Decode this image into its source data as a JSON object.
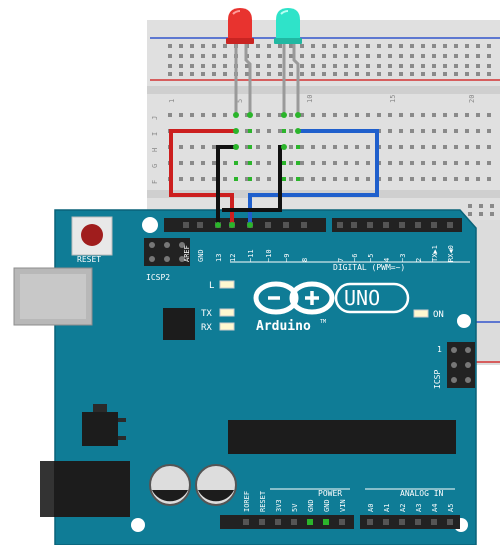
{
  "colors": {
    "board": "#0f7c96",
    "board_edge": "#0a6278",
    "breadboard": "#dedede",
    "rail_red": "#d33333",
    "rail_blue": "#3355cc",
    "wire_red": "#cc1f1f",
    "wire_blue": "#1f5fcc",
    "wire_black": "#111111",
    "led_red": "#e8332f",
    "led_cyan": "#2fe3c9",
    "header": "#222222",
    "silk": "#ffffff"
  },
  "breadboard": {
    "column_numbers": [
      "1",
      "5",
      "10",
      "15",
      "20"
    ],
    "row_letters": [
      "J",
      "I",
      "H",
      "G",
      "F"
    ]
  },
  "board": {
    "reset_label": "RESET",
    "icsp2_label": "ICSP2",
    "icsp_label": "ICSP",
    "icsp_pin1": "1",
    "l_label": "L",
    "tx_label": "TX",
    "rx_label": "RX",
    "on_label": "ON",
    "digital_label": "DIGITAL (PWM=~)",
    "uno_label": "UNO",
    "brand_label": "Arduino",
    "tm": "TM",
    "power_label": "POWER",
    "analog_label": "ANALOG IN",
    "digital_pins_left": [
      "AREF",
      "GND",
      "13",
      "12",
      "~11",
      "~10",
      "~9",
      "8"
    ],
    "digital_pins_right": [
      "7",
      "~6",
      "~5",
      "4",
      "~3",
      "2",
      "TX▶1",
      "RX◀0"
    ],
    "power_pins": [
      "IOREF",
      "RESET",
      "3V3",
      "5V",
      "GND",
      "GND",
      "VIN"
    ],
    "analog_pins": [
      "A0",
      "A1",
      "A2",
      "A3",
      "A4",
      "A5"
    ]
  }
}
